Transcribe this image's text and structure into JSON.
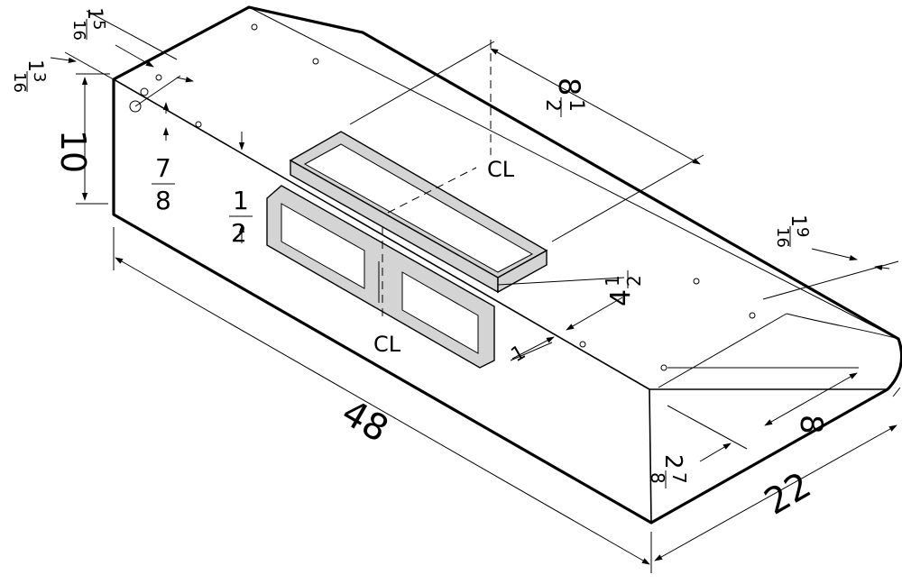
{
  "dimensions": {
    "length": "48",
    "depth": "22",
    "height": "10",
    "back_offset_whole": "1",
    "back_offset_num": "5",
    "back_offset_den": "16",
    "left_offset_whole": "1",
    "left_offset_num": "3",
    "left_offset_den": "16",
    "hole_drop_num": "7",
    "hole_drop_den": "8",
    "damper_inset_whole": "1",
    "damper_inset_den": "2",
    "center_depth_whole": "8",
    "center_depth_num": "1",
    "center_depth_den": "2",
    "duct_offset_whole": "4",
    "duct_offset_num": "1",
    "duct_offset_den": "2",
    "side_right_whole": "1",
    "side_right_num": "9",
    "side_right_den": "16",
    "front_depth": "8",
    "front_lip_whole": "2",
    "front_lip_num": "7",
    "front_lip_den": "8",
    "damper_height": "1"
  },
  "centerline_symbol": "CL"
}
